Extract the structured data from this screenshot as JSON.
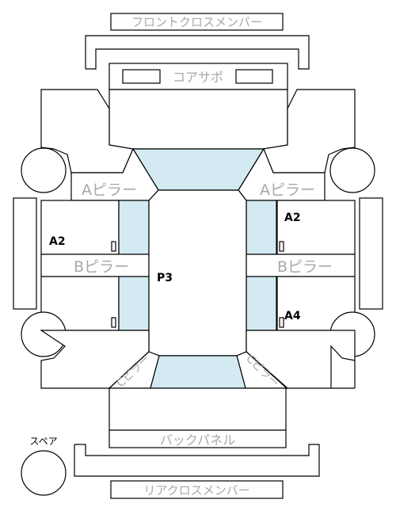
{
  "labels": {
    "front_cross_member": "フロントクロスメンバー",
    "core_support": "コアサポ",
    "a_pillar_left": "Aピラー",
    "a_pillar_right": "Aピラー",
    "b_pillar_left": "Bピラー",
    "b_pillar_right": "Bピラー",
    "c_pillar_left": "Cピラー",
    "c_pillar_right": "Cピラー",
    "back_panel": "バックパネル",
    "rear_cross_member": "リアクロスメンバー",
    "spare": "スペア"
  },
  "marks": {
    "left_front_door": "A2",
    "right_front_door": "A2",
    "roof": "P3",
    "right_rear_door": "A4"
  },
  "colors": {
    "glass": "#d3eaf2",
    "outline": "#000000",
    "label_gray": "#a8a8a8"
  }
}
